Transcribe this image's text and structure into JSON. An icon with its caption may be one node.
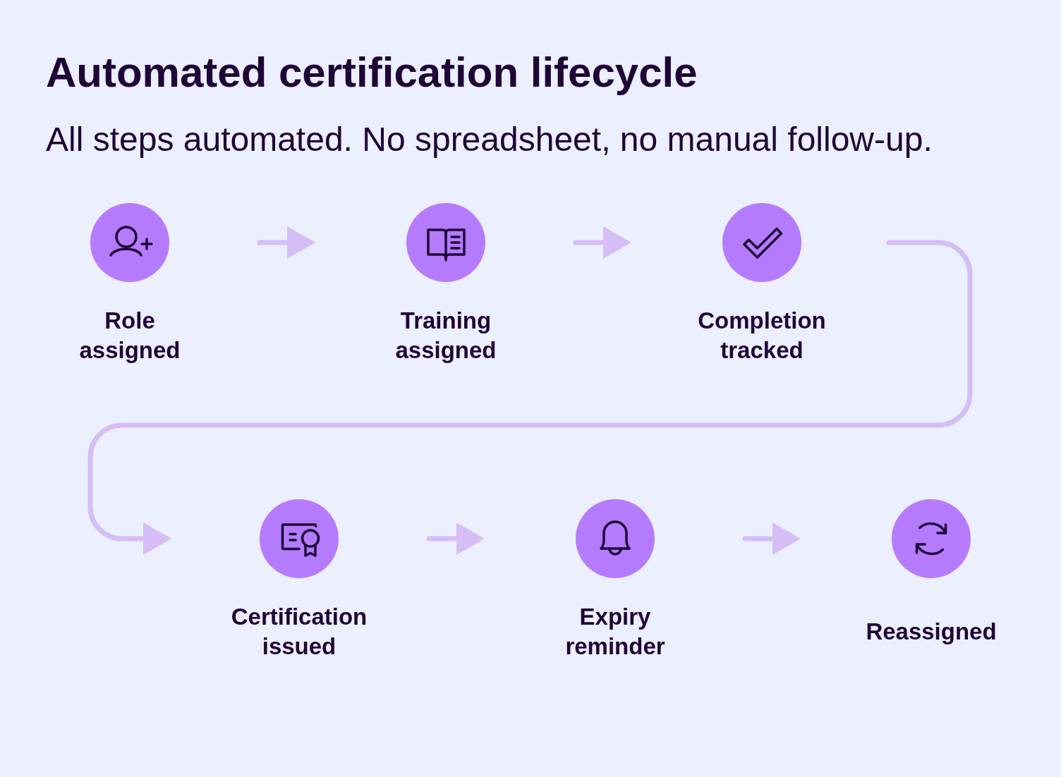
{
  "diagram": {
    "title": "Automated certification lifecycle",
    "nodes": [
      {
        "text": [
          "Role assigned"
        ]
      },
      {
        "text": [
          "Training assigned"
        ]
      },
      {
        "text": [
          "Completion tracked"
        ]
      },
      {
        "text": [
          "Certification issued"
        ]
      },
      {
        "text": [
          "Expiry reminder"
        ]
      },
      {
        "text": [
          "Reassigned"
        ]
      }
    ],
    "edges": [
      {
        "from": 0,
        "to": 1,
        "arrow": "to"
      },
      {
        "from": 1,
        "to": 2,
        "arrow": "to"
      },
      {
        "from": 2,
        "to": 3,
        "arrow": "to"
      },
      {
        "from": 3,
        "to": 4,
        "arrow": "to"
      },
      {
        "from": 4,
        "to": 5,
        "arrow": "to"
      }
    ],
    "labels": [
      "All steps automated. No spreadsheet, no manual follow-up."
    ]
  }
}
